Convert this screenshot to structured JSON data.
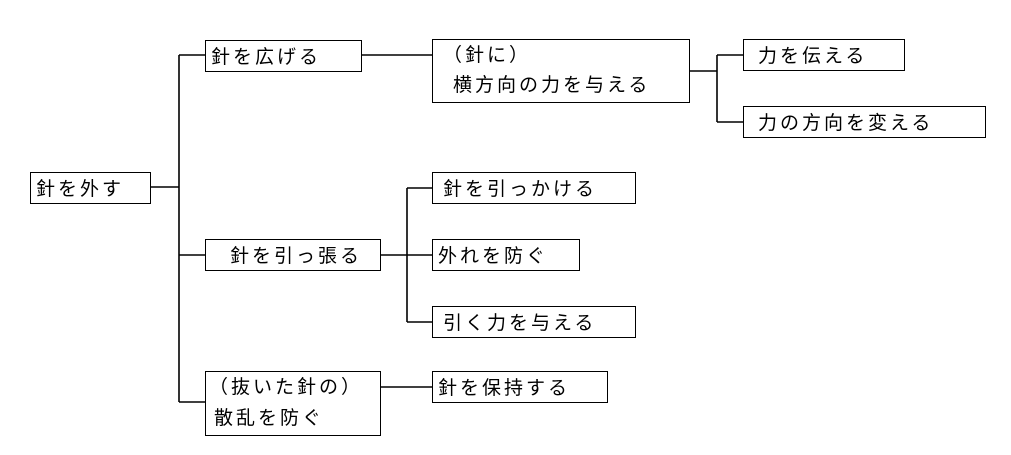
{
  "nodes": {
    "root": {
      "label": "針を外す"
    },
    "spread": {
      "label": "針を広げる"
    },
    "lateral": {
      "lines": [
        "（針に）",
        "横方向の力を与える"
      ]
    },
    "transmit": {
      "label": "力を伝える"
    },
    "change_dir": {
      "label": "力の方向を変える"
    },
    "pull": {
      "label": "針を引っ張る"
    },
    "hook": {
      "label": "針を引っかける"
    },
    "prevent_detach": {
      "label": "外れを防ぐ"
    },
    "pull_force": {
      "label": "引く力を与える"
    },
    "scatter": {
      "lines": [
        "（抜いた針の）",
        "散乱を防ぐ"
      ]
    },
    "hold": {
      "label": "針を保持する"
    }
  }
}
